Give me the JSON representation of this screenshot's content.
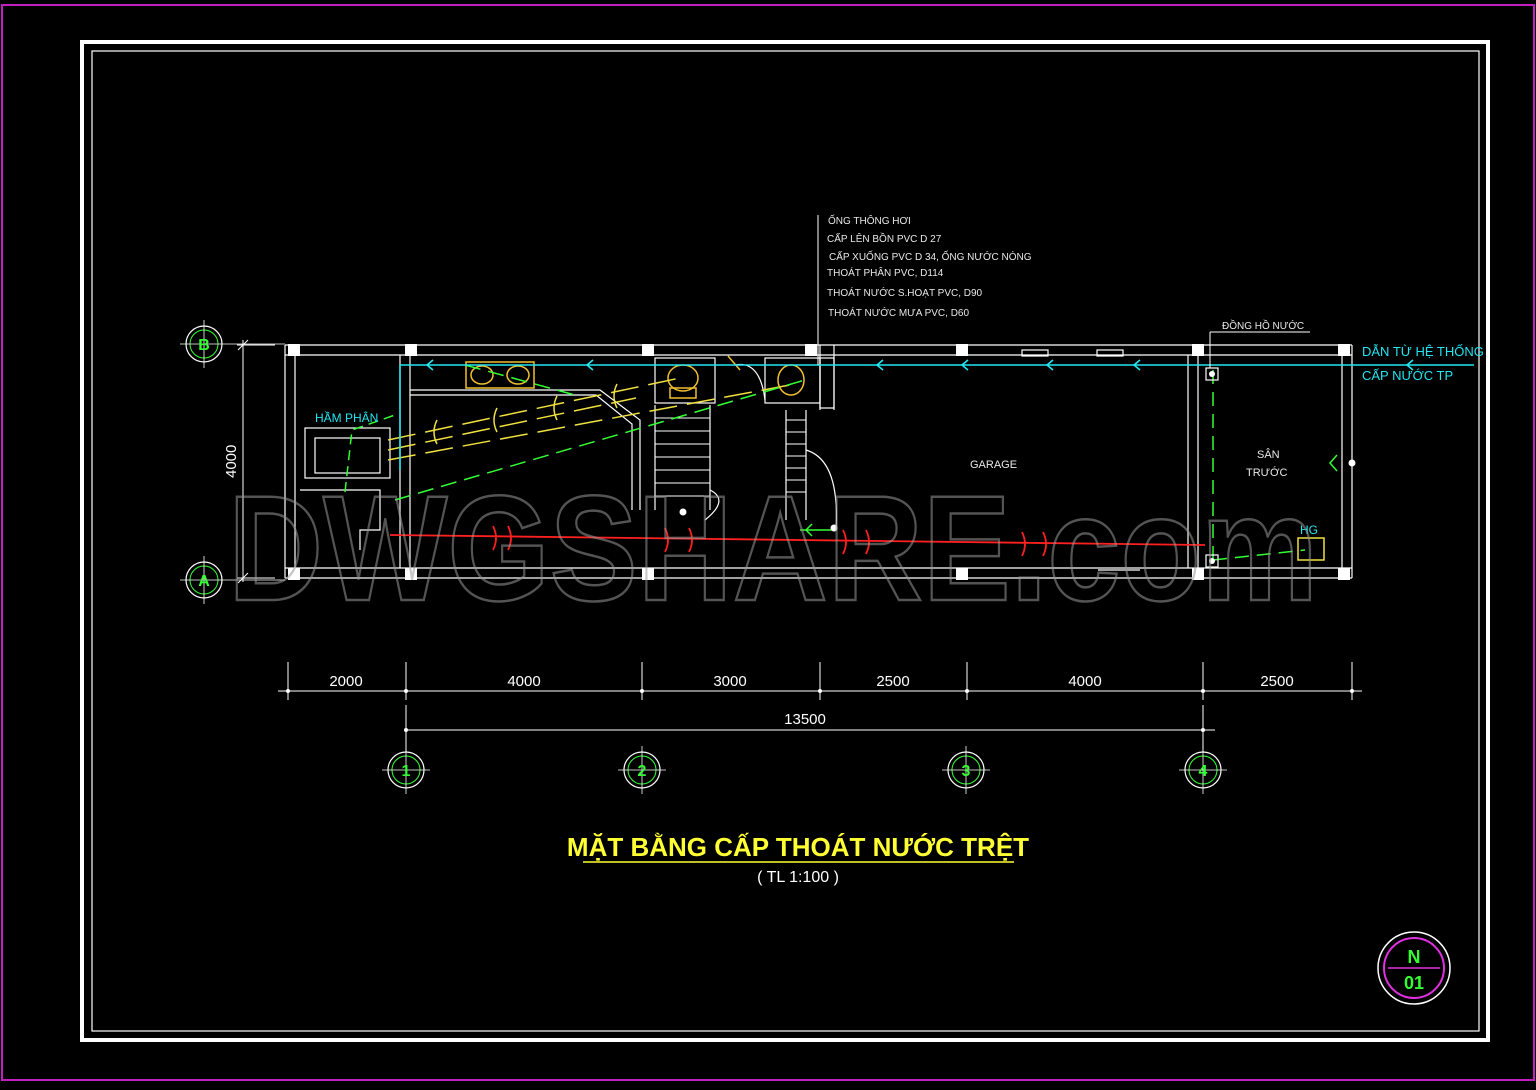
{
  "title": "MẶT BẰNG CẤP THOÁT NƯỚC TRỆT",
  "scale": "( TL 1:100 )",
  "watermark": "DWGSHARE.com",
  "legend_notes": [
    "ỐNG THÔNG HƠI",
    "CẤP LÊN BỒN PVC D 27",
    "CẤP XUỐNG PVC D 34, ỐNG NƯỚC NÓNG",
    "THOÁT PHÂN PVC, D114",
    "THOÁT NƯỚC S.HOẠT PVC, D90",
    "THOÁT NƯỚC MƯA PVC, D60"
  ],
  "rooms": {
    "ham_phan": "HẦM PHÂN",
    "garage": "GARAGE",
    "san": "SÂN",
    "truoc": "TRƯỚC"
  },
  "labels": {
    "dong_ho_nuoc": "ĐỒNG HỒ NƯỚC",
    "dan_tu_line1": "DẪN TỪ HỆ THỐNG",
    "dan_tu_line2": "CẤP NƯỚC TP",
    "hg": "HG"
  },
  "vertical_dimension": "4000",
  "dimensions": [
    "2000",
    "4000",
    "3000",
    "2500",
    "4000",
    "2500"
  ],
  "total_dimension": "13500",
  "grid_axes_x": [
    "1",
    "2",
    "3",
    "4"
  ],
  "grid_axes_y": [
    "B",
    "A"
  ],
  "sheet": {
    "code_top": "N",
    "code_bottom": "01"
  },
  "colors": {
    "background": "#000000",
    "border": "#ffffff",
    "sheet_edge": "#c020c0",
    "grid_axis": "#33ff33",
    "water_supply": "#22e6f0",
    "drain": "#ff2020",
    "sewage": "#f0e040",
    "vent": "#33ff33",
    "title": "#ffff33"
  }
}
